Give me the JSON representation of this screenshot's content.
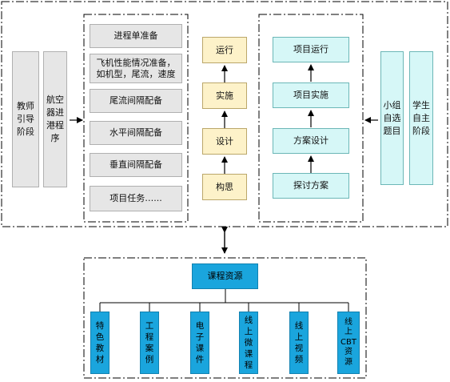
{
  "teacher_stage": "教师\n引导\n阶段",
  "process_label": "航空\n器进\n港程\n序",
  "student_stage": "学生\n自主\n阶段",
  "group_label": "小组\n自选\n题目",
  "tasks": [
    "进程单准备",
    "飞机性能情况准备，\n如机型，尾流，速度",
    "尾流间隔配备",
    "水平间隔配备",
    "垂直间隔配备",
    "项目任务…..."
  ],
  "cdio": [
    "运行",
    "实施",
    "设计",
    "构思"
  ],
  "project": [
    "项目运行",
    "项目实施",
    "方案设计",
    "探讨方案"
  ],
  "resource_root": "课程资源",
  "resources": [
    "特\n色\n教\n材",
    "工\n程\n案\n例",
    "电\n子\n课\n件",
    "线\n上\n微\n课\n程",
    "线\n上\n视\n频",
    "线\n上\nCBT\n资\n源"
  ]
}
